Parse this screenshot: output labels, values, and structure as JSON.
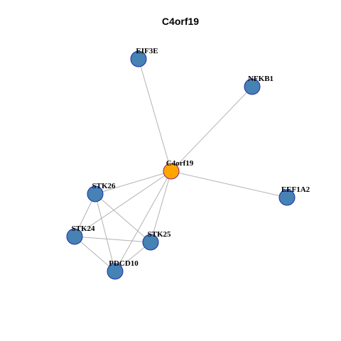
{
  "title": "C4orf19",
  "colors": {
    "center_fill": "#FFA500",
    "center_stroke": "#8B1A89",
    "node_fill": "#4682B4",
    "node_stroke": "#1C2FA8",
    "edge": "#B3B3B3"
  },
  "nodes": [
    {
      "id": "C4orf19",
      "label": "C4orf19",
      "center": true
    },
    {
      "id": "EIF3E",
      "label": "EIF3E"
    },
    {
      "id": "NFKB1",
      "label": "NFKB1"
    },
    {
      "id": "EEF1A2",
      "label": "EEF1A2"
    },
    {
      "id": "STK26",
      "label": "STK26"
    },
    {
      "id": "STK24",
      "label": "STK24"
    },
    {
      "id": "STK25",
      "label": "STK25"
    },
    {
      "id": "PDCD10",
      "label": "PDCD10"
    }
  ],
  "edges": [
    [
      "C4orf19",
      "EIF3E"
    ],
    [
      "C4orf19",
      "NFKB1"
    ],
    [
      "C4orf19",
      "EEF1A2"
    ],
    [
      "C4orf19",
      "STK26"
    ],
    [
      "C4orf19",
      "STK24"
    ],
    [
      "C4orf19",
      "STK25"
    ],
    [
      "C4orf19",
      "PDCD10"
    ],
    [
      "STK26",
      "STK24"
    ],
    [
      "STK26",
      "STK25"
    ],
    [
      "STK26",
      "PDCD10"
    ],
    [
      "STK24",
      "STK25"
    ],
    [
      "STK24",
      "PDCD10"
    ],
    [
      "STK25",
      "PDCD10"
    ]
  ]
}
